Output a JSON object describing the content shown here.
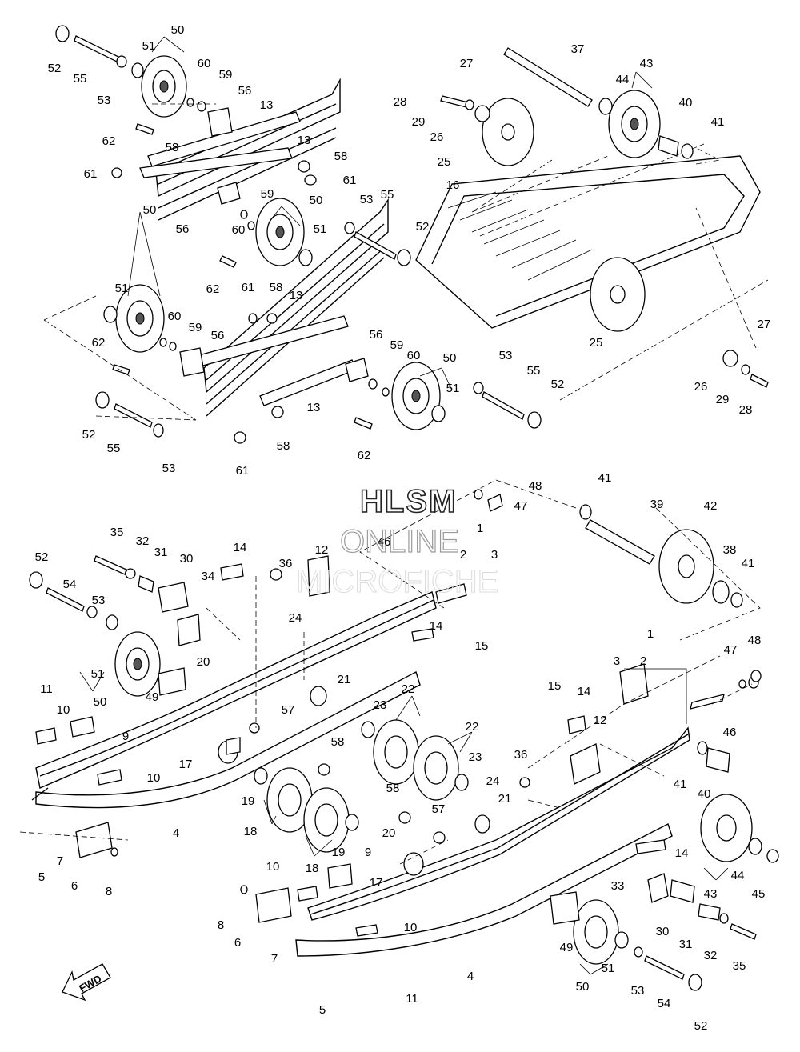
{
  "watermark": {
    "line1": "HLSM",
    "line2": "ONLINE",
    "line3": "MICROFICHE"
  },
  "fwd_label": "FWD",
  "callouts": [
    {
      "id": "c52a",
      "text": "52"
    },
    {
      "id": "c55a",
      "text": "55"
    },
    {
      "id": "c50a",
      "text": "50"
    },
    {
      "id": "c51a",
      "text": "51"
    },
    {
      "id": "c53a",
      "text": "53"
    },
    {
      "id": "c60a",
      "text": "60"
    },
    {
      "id": "c59a",
      "text": "59"
    },
    {
      "id": "c56a",
      "text": "56"
    },
    {
      "id": "c13a",
      "text": "13"
    },
    {
      "id": "c62a",
      "text": "62"
    },
    {
      "id": "c58a",
      "text": "58"
    },
    {
      "id": "c13b",
      "text": "13"
    },
    {
      "id": "c58b",
      "text": "58"
    },
    {
      "id": "c61a",
      "text": "61"
    },
    {
      "id": "c61b",
      "text": "61"
    },
    {
      "id": "c59b",
      "text": "59"
    },
    {
      "id": "c50b",
      "text": "50"
    },
    {
      "id": "c56b",
      "text": "56"
    },
    {
      "id": "c60b",
      "text": "60"
    },
    {
      "id": "c51b",
      "text": "51"
    },
    {
      "id": "c62b",
      "text": "62"
    },
    {
      "id": "c53b",
      "text": "53"
    },
    {
      "id": "c55b",
      "text": "55"
    },
    {
      "id": "c52b",
      "text": "52"
    },
    {
      "id": "c27a",
      "text": "27"
    },
    {
      "id": "c28a",
      "text": "28"
    },
    {
      "id": "c29a",
      "text": "29"
    },
    {
      "id": "c26a",
      "text": "26"
    },
    {
      "id": "c25a",
      "text": "25"
    },
    {
      "id": "c37",
      "text": "37"
    },
    {
      "id": "c43a",
      "text": "43"
    },
    {
      "id": "c44a",
      "text": "44"
    },
    {
      "id": "c40a",
      "text": "40"
    },
    {
      "id": "c41a",
      "text": "41"
    },
    {
      "id": "c16",
      "text": "16"
    },
    {
      "id": "c50c",
      "text": "50"
    },
    {
      "id": "c51c",
      "text": "51"
    },
    {
      "id": "c60c",
      "text": "60"
    },
    {
      "id": "c59c",
      "text": "59"
    },
    {
      "id": "c56c",
      "text": "56"
    },
    {
      "id": "c62c",
      "text": "62"
    },
    {
      "id": "c61c",
      "text": "61"
    },
    {
      "id": "c58c",
      "text": "58"
    },
    {
      "id": "c13c",
      "text": "13"
    },
    {
      "id": "c13d",
      "text": "13"
    },
    {
      "id": "c56d",
      "text": "56"
    },
    {
      "id": "c59d",
      "text": "59"
    },
    {
      "id": "c60d",
      "text": "60"
    },
    {
      "id": "c50d",
      "text": "50"
    },
    {
      "id": "c51d",
      "text": "51"
    },
    {
      "id": "c53c",
      "text": "53"
    },
    {
      "id": "c55c",
      "text": "55"
    },
    {
      "id": "c52c",
      "text": "52"
    },
    {
      "id": "c52d",
      "text": "52"
    },
    {
      "id": "c55d",
      "text": "55"
    },
    {
      "id": "c53d",
      "text": "53"
    },
    {
      "id": "c58d",
      "text": "58"
    },
    {
      "id": "c61d",
      "text": "61"
    },
    {
      "id": "c62d",
      "text": "62"
    },
    {
      "id": "c25b",
      "text": "25"
    },
    {
      "id": "c27b",
      "text": "27"
    },
    {
      "id": "c26b",
      "text": "26"
    },
    {
      "id": "c29b",
      "text": "29"
    },
    {
      "id": "c28b",
      "text": "28"
    },
    {
      "id": "c48a",
      "text": "48"
    },
    {
      "id": "c47a",
      "text": "47"
    },
    {
      "id": "c41b",
      "text": "41"
    },
    {
      "id": "c39",
      "text": "39"
    },
    {
      "id": "c42",
      "text": "42"
    },
    {
      "id": "c38",
      "text": "38"
    },
    {
      "id": "c41c",
      "text": "41"
    },
    {
      "id": "c46a",
      "text": "46"
    },
    {
      "id": "c1a",
      "text": "1"
    },
    {
      "id": "c2a",
      "text": "2"
    },
    {
      "id": "c3a",
      "text": "3"
    },
    {
      "id": "c52e",
      "text": "52"
    },
    {
      "id": "c35a",
      "text": "35"
    },
    {
      "id": "c32a",
      "text": "32"
    },
    {
      "id": "c31a",
      "text": "31"
    },
    {
      "id": "c30a",
      "text": "30"
    },
    {
      "id": "c14a",
      "text": "14"
    },
    {
      "id": "c36a",
      "text": "36"
    },
    {
      "id": "c12a",
      "text": "12"
    },
    {
      "id": "c54a",
      "text": "54"
    },
    {
      "id": "c34",
      "text": "34"
    },
    {
      "id": "c53e",
      "text": "53"
    },
    {
      "id": "c51e",
      "text": "51"
    },
    {
      "id": "c50e",
      "text": "50"
    },
    {
      "id": "c24a",
      "text": "24"
    },
    {
      "id": "c14b",
      "text": "14"
    },
    {
      "id": "c15a",
      "text": "15"
    },
    {
      "id": "c20a",
      "text": "20"
    },
    {
      "id": "c21a",
      "text": "21"
    },
    {
      "id": "c49a",
      "text": "49"
    },
    {
      "id": "c11a",
      "text": "11"
    },
    {
      "id": "c10a",
      "text": "10"
    },
    {
      "id": "c9a",
      "text": "9"
    },
    {
      "id": "c57a",
      "text": "57"
    },
    {
      "id": "c22a",
      "text": "22"
    },
    {
      "id": "c23a",
      "text": "23"
    },
    {
      "id": "c17a",
      "text": "17"
    },
    {
      "id": "c10b",
      "text": "10"
    },
    {
      "id": "c58e",
      "text": "58"
    },
    {
      "id": "c22b",
      "text": "22"
    },
    {
      "id": "c23b",
      "text": "23"
    },
    {
      "id": "c19a",
      "text": "19"
    },
    {
      "id": "c4a",
      "text": "4"
    },
    {
      "id": "c18a",
      "text": "18"
    },
    {
      "id": "c5a",
      "text": "5"
    },
    {
      "id": "c7a",
      "text": "7"
    },
    {
      "id": "c6a",
      "text": "6"
    },
    {
      "id": "c8a",
      "text": "8"
    },
    {
      "id": "c19b",
      "text": "19"
    },
    {
      "id": "c18b",
      "text": "18"
    },
    {
      "id": "c9b",
      "text": "9"
    },
    {
      "id": "c17b",
      "text": "17"
    },
    {
      "id": "c20b",
      "text": "20"
    },
    {
      "id": "c58f",
      "text": "58"
    },
    {
      "id": "c57b",
      "text": "57"
    },
    {
      "id": "c24b",
      "text": "24"
    },
    {
      "id": "c21b",
      "text": "21"
    },
    {
      "id": "c36b",
      "text": "36"
    },
    {
      "id": "c15b",
      "text": "15"
    },
    {
      "id": "c14c",
      "text": "14"
    },
    {
      "id": "c12b",
      "text": "12"
    },
    {
      "id": "c1b",
      "text": "1"
    },
    {
      "id": "c3b",
      "text": "3"
    },
    {
      "id": "c2b",
      "text": "2"
    },
    {
      "id": "c47b",
      "text": "47"
    },
    {
      "id": "c48b",
      "text": "48"
    },
    {
      "id": "c46b",
      "text": "46"
    },
    {
      "id": "c41d",
      "text": "41"
    },
    {
      "id": "c40b",
      "text": "40"
    },
    {
      "id": "c14d",
      "text": "14"
    },
    {
      "id": "c44b",
      "text": "44"
    },
    {
      "id": "c45",
      "text": "45"
    },
    {
      "id": "c43b",
      "text": "43"
    },
    {
      "id": "c10c",
      "text": "10"
    },
    {
      "id": "c8b",
      "text": "8"
    },
    {
      "id": "c6b",
      "text": "6"
    },
    {
      "id": "c7b",
      "text": "7"
    },
    {
      "id": "c10d",
      "text": "10"
    },
    {
      "id": "c33",
      "text": "33"
    },
    {
      "id": "c30b",
      "text": "30"
    },
    {
      "id": "c31b",
      "text": "31"
    },
    {
      "id": "c32b",
      "text": "32"
    },
    {
      "id": "c35b",
      "text": "35"
    },
    {
      "id": "c49b",
      "text": "49"
    },
    {
      "id": "c4b",
      "text": "4"
    },
    {
      "id": "c51f",
      "text": "51"
    },
    {
      "id": "c50f",
      "text": "50"
    },
    {
      "id": "c53f",
      "text": "53"
    },
    {
      "id": "c54b",
      "text": "54"
    },
    {
      "id": "c52f",
      "text": "52"
    },
    {
      "id": "c11b",
      "text": "11"
    },
    {
      "id": "c5b",
      "text": "5"
    }
  ]
}
